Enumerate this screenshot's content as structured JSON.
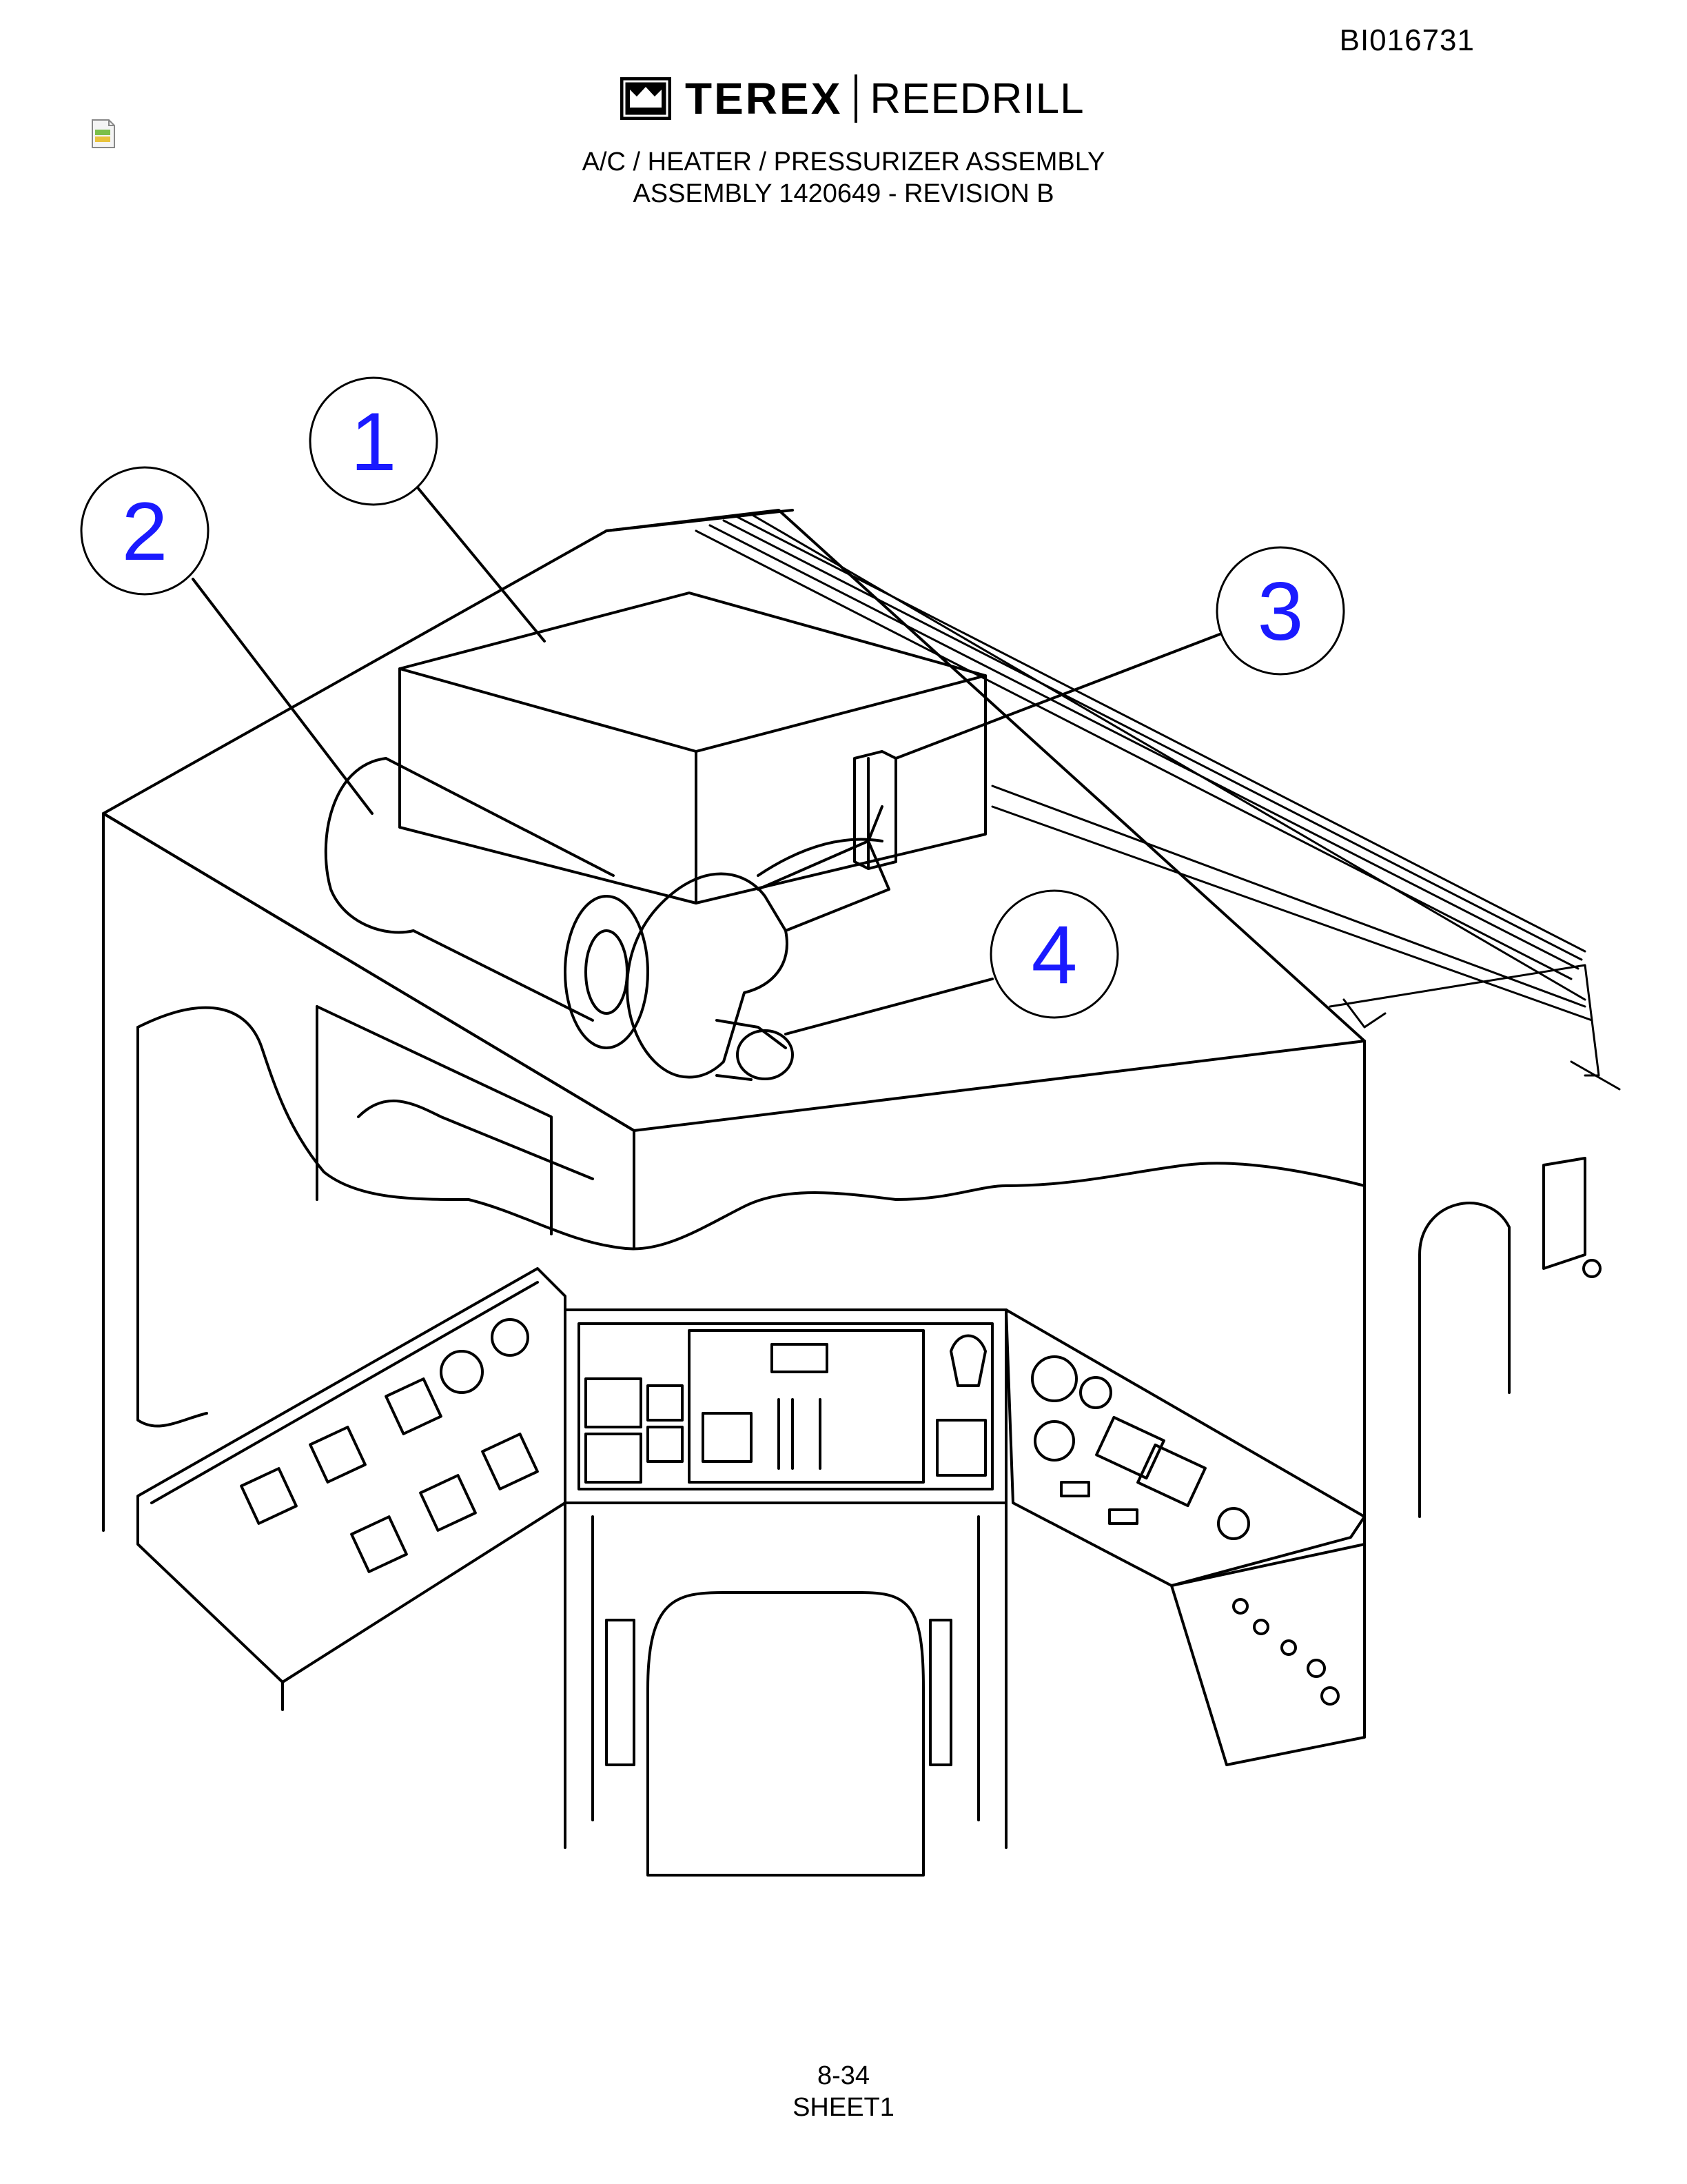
{
  "doc_id": "BI016731",
  "brand": {
    "name": "TEREX",
    "product": "REEDRILL"
  },
  "title": {
    "line1": "A/C / HEATER / PRESSURIZER ASSEMBLY",
    "line2": "ASSEMBLY 1420649 - REVISION B"
  },
  "callouts": [
    {
      "number": "1"
    },
    {
      "number": "2"
    },
    {
      "number": "3"
    },
    {
      "number": "4"
    }
  ],
  "footer": {
    "page": "8-34",
    "sheet": "SHEET1"
  },
  "colors": {
    "callout_text": "#1a1aff",
    "line": "#000000"
  }
}
